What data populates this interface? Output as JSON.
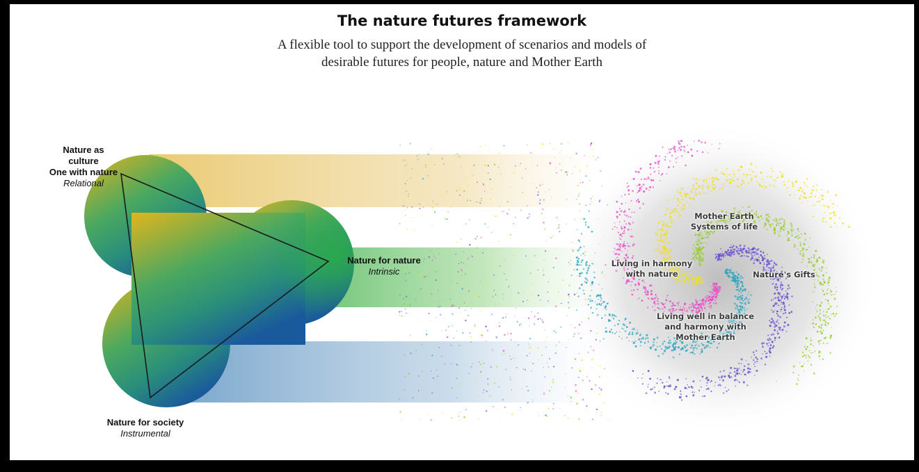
{
  "title": "The nature futures framework",
  "subtitle": {
    "line1": "A flexible tool to support the development of scenarios and models of",
    "line2": "desirable futures for people, nature and Mother Earth"
  },
  "vertices": {
    "culture": {
      "line1": "Nature as",
      "line2": "culture",
      "line3": "One with nature",
      "value_type": "Relational",
      "color": "#e0b320"
    },
    "nature": {
      "line1": "Nature for nature",
      "value_type": "Intrinsic",
      "color": "#2fa84a"
    },
    "society": {
      "line1": "Nature for society",
      "value_type": "Instrumental",
      "color": "#1f5f9b"
    }
  },
  "galaxy": {
    "mother_earth": {
      "line1": "Mother Earth",
      "line2": "Systems of life"
    },
    "harmony": {
      "line1": "Living in harmony",
      "line2": "with nature"
    },
    "gifts": {
      "line1": "Nature's Gifts"
    },
    "balance": {
      "line1": "Living well in balance",
      "line2": "and harmony with",
      "line3": "Mother Earth"
    },
    "colors": [
      "#2aa6c0",
      "#e84fc8",
      "#f0e020",
      "#9acd32",
      "#6a4fd0"
    ]
  }
}
